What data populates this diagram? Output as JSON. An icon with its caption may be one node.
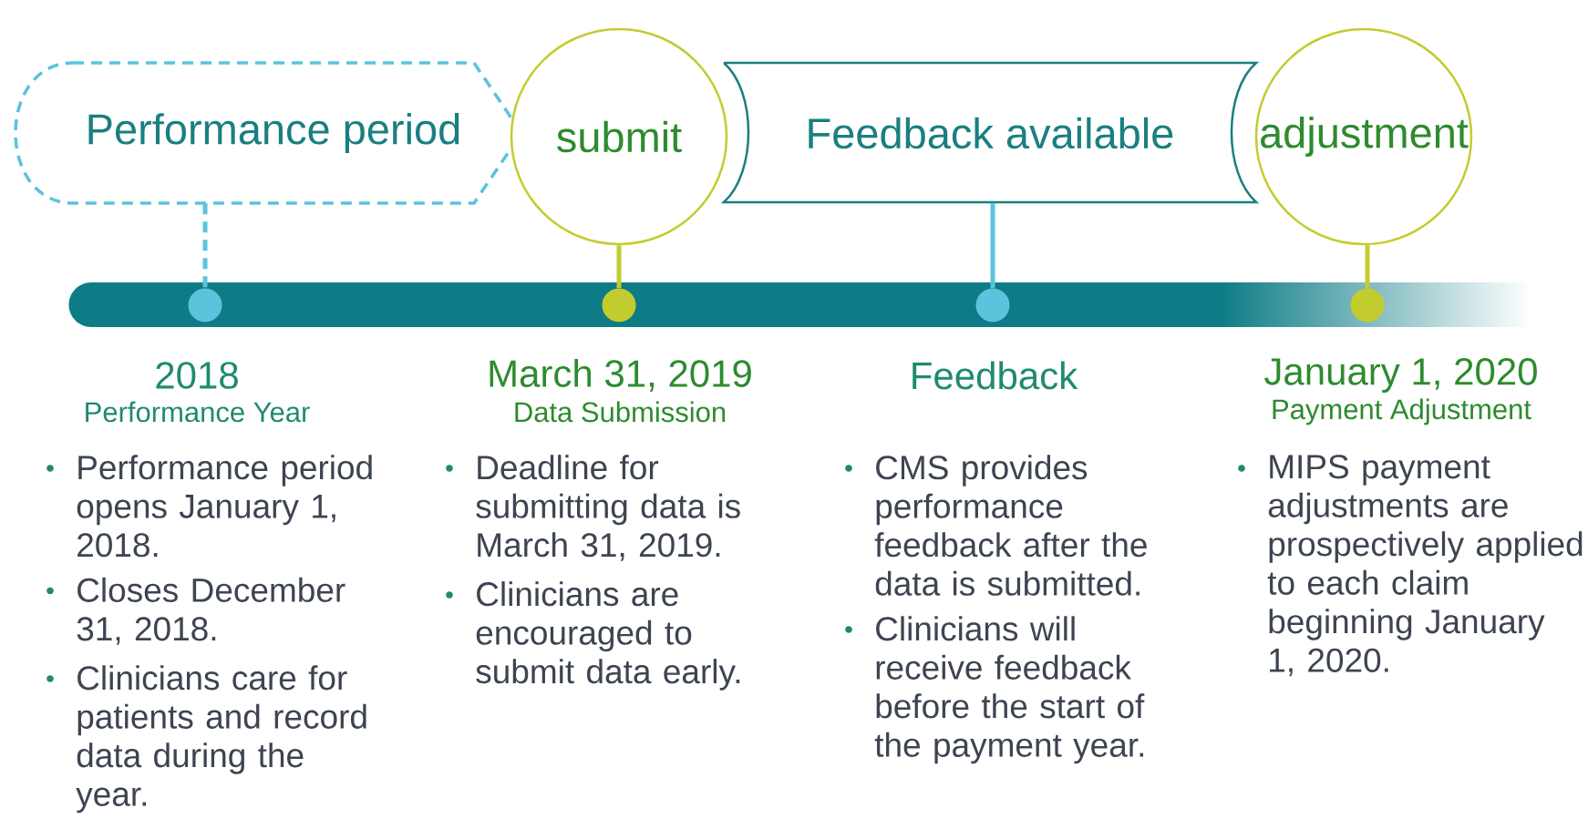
{
  "diagram": {
    "nodes": [
      {
        "text": [
          "Performance period"
        ]
      },
      {
        "text": [
          "submit"
        ]
      },
      {
        "text": [
          "Feedback available"
        ]
      },
      {
        "text": [
          "adjustment"
        ]
      },
      {
        "text": [],
        "shape": "circle"
      },
      {
        "text": [],
        "shape": "circle"
      },
      {
        "text": [],
        "shape": "circle"
      },
      {
        "text": [],
        "shape": "circle"
      }
    ],
    "edges": [
      {
        "from": 0,
        "to": 4,
        "arrow": "none",
        "style": "dashed",
        "color": "#5bc3dc"
      },
      {
        "from": 1,
        "to": 5,
        "arrow": "none",
        "color": "#c3cc2e"
      },
      {
        "from": 2,
        "to": 6,
        "arrow": "none",
        "color": "#5bc3dc"
      },
      {
        "from": 3,
        "to": 7,
        "arrow": "none",
        "color": "#c3cc2e"
      }
    ],
    "labels": [
      "2018",
      "Performance Year",
      "Performance period opens January 1, 2018.",
      "Closes December 31, 2018.",
      "Clinicians care for patients and record data during the year.",
      "March 31, 2019",
      "Data Submission",
      "Deadline for submitting data is March 31, 2019.",
      "Clinicians are encouraged to submit data early.",
      "Feedback",
      "CMS provides performance feedback after the data is submitted.",
      "Clinicians will receive feedback before the start of the payment year.",
      "January 1, 2020",
      "Payment Adjustment",
      "MIPS payment adjustments are prospectively applied to each claim beginning January 1, 2020."
    ]
  }
}
